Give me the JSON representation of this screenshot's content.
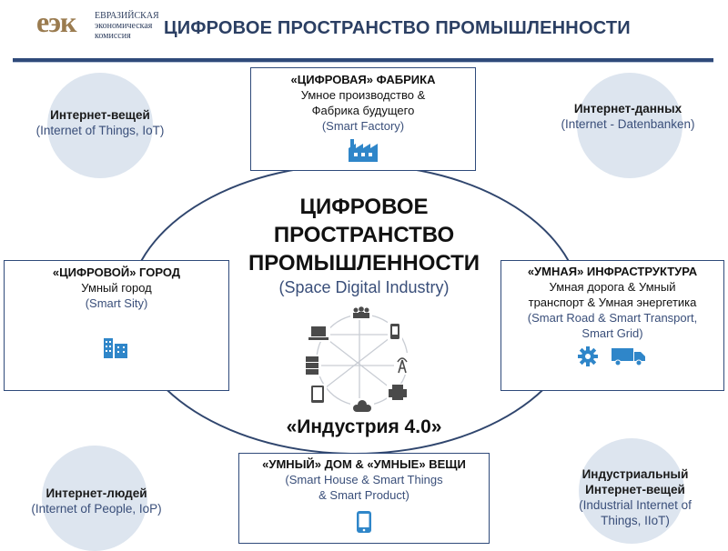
{
  "header": {
    "logo": "еэк",
    "org_lines": [
      "ЕВРАЗИЙСКАЯ",
      "экономическая",
      "комиссия"
    ],
    "title": "ЦИФРОВОЕ ПРОСТРАНСТВО ПРОМЫШЛЕННОСТИ"
  },
  "corners": {
    "top_left": {
      "title": "Интернет-вещей",
      "subtitle": "(Internet of Things, IoT)"
    },
    "top_right": {
      "title": "Интернет-данных",
      "subtitle": "(Internet - Datenbanken)"
    },
    "bottom_left": {
      "title": "Интернет-людей",
      "subtitle": "(Internet of People, IoP)"
    },
    "bottom_right": {
      "title_line1": "Индустриальный",
      "title_line2": "Интернет-вещей",
      "subtitle_line1": "(Industrial Internet of",
      "subtitle_line2": "Things, IIoT)"
    }
  },
  "boxes": {
    "top": {
      "title": "«ЦИФРОВАЯ» ФАБРИКА",
      "line1": "Умное производство &",
      "line2": "Фабрика будущего",
      "english": "(Smart Factory)"
    },
    "left": {
      "title": "«ЦИФРОВОЙ» ГОРОД",
      "line1": "Умный город",
      "english": "(Smart Sity)"
    },
    "right": {
      "title": "«УМНАЯ» ИНФРАСТРУКТУРА",
      "line1": "Умная дорога & Умный",
      "line2": "транспорт & Умная  энергетика",
      "english1": "(Smart Road & Smart Transport,",
      "english2": "Smart Grid)"
    },
    "bottom": {
      "title": "«УМНЫЙ» ДОМ & «УМНЫЕ» ВЕЩИ",
      "english1": "(Smart House & Smart Things",
      "english2": "& Smart Product)"
    }
  },
  "center": {
    "title_line1": "ЦИФРОВОЕ",
    "title_line2": "ПРОСТРАНСТВО",
    "title_line3": "ПРОМЫШЛЕННОСТИ",
    "subtitle": "(Space Digital Industry)",
    "footer": "«Индустрия 4.0»"
  },
  "colors": {
    "primary": "#2f4a7a",
    "accent_icon": "#2f86c9",
    "circle_fill": "#dde5ef",
    "english_text": "#3a4f7a"
  },
  "icons": [
    "factory-icon",
    "city-buildings-icon",
    "gear-icon",
    "truck-icon",
    "smartphone-icon",
    "people-icon",
    "laptop-icon",
    "mobile-icon",
    "antenna-icon",
    "printer-icon",
    "cloud-icon",
    "tablet-icon",
    "server-icon"
  ]
}
